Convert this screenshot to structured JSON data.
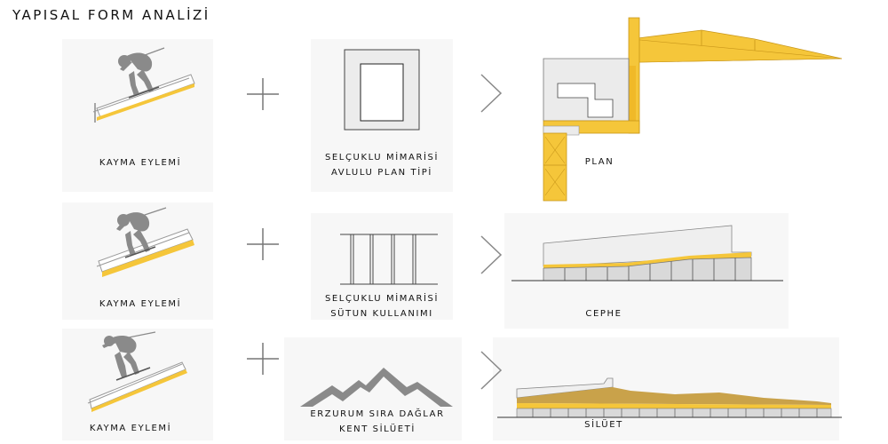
{
  "title": "YAPISAL FORM ANALİZİ",
  "rows": [
    {
      "action": "KAYMA EYLEMİ",
      "source_line1": "SELÇUKLU MİMARİSİ",
      "source_line2": "AVLULU PLAN TİPİ",
      "result": "PLAN"
    },
    {
      "action": "KAYMA EYLEMİ",
      "source_line1": "SELÇUKLU MİMARİSİ",
      "source_line2": "SÜTUN KULLANIMI",
      "result": "CEPHE"
    },
    {
      "action": "KAYMA EYLEMİ",
      "source_line1": "ERZURUM SIRA DAĞLAR",
      "source_line2": "KENT SİLÜETİ",
      "result": "SİLÜET"
    }
  ],
  "colors": {
    "accent": "#f5c63a",
    "accent_dark": "#e4ae1c",
    "figure": "#8a8a8a",
    "line": "#8a8a8a"
  }
}
